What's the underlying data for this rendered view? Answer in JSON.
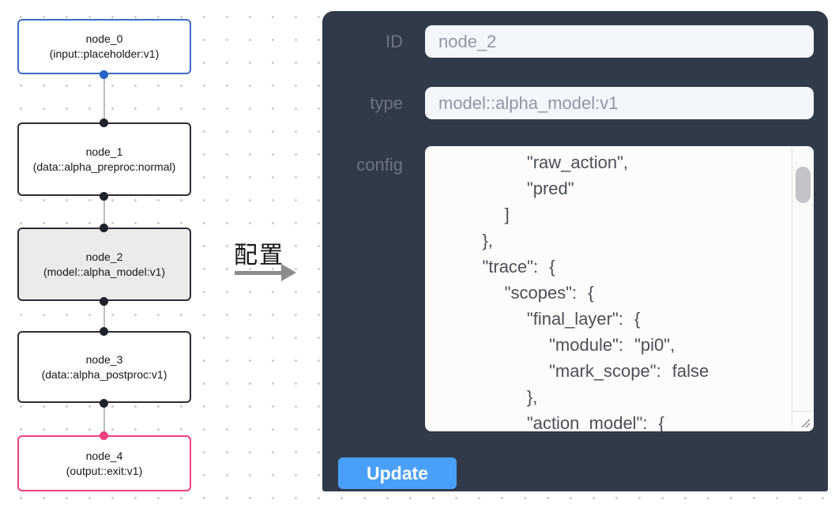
{
  "flow": {
    "nodes": [
      {
        "title": "node_0",
        "subtitle": "(input::placeholder:v1)",
        "accent": "#3b6cc9",
        "selected": false
      },
      {
        "title": "node_1",
        "subtitle": "(data::alpha_preproc:normal)",
        "accent": "#2a2d36",
        "selected": false
      },
      {
        "title": "node_2",
        "subtitle": "(model::alpha_model:v1)",
        "accent": "#2a2d36",
        "selected": true
      },
      {
        "title": "node_3",
        "subtitle": "(data::alpha_postproc:v1)",
        "accent": "#2a2d36",
        "selected": false
      },
      {
        "title": "node_4",
        "subtitle": "(output::exit:v1)",
        "accent": "#ed3f80",
        "selected": false
      }
    ]
  },
  "transition": {
    "label": "配置"
  },
  "panel": {
    "id_label": "ID",
    "id_value": "node_2",
    "type_label": "type",
    "type_value": "model::alpha_model:v1",
    "config_label": "config",
    "config_text": "        \"raw_action\",\n        \"pred\"\n      ]\n    },\n    \"trace\": {\n      \"scopes\": {\n        \"final_layer\": {\n          \"module\": \"pi0\",\n          \"mark_scope\": false\n        },\n        \"action_model\": {",
    "update_label": "Update"
  },
  "colors": {
    "panel_background": "#313a49",
    "input_background": "#f3f6fa",
    "update_button": "#4aa0f8",
    "node_input_accent": "#3b6cc9",
    "node_output_accent": "#ed3f80",
    "node_selected_fill": "#ebebeb"
  }
}
